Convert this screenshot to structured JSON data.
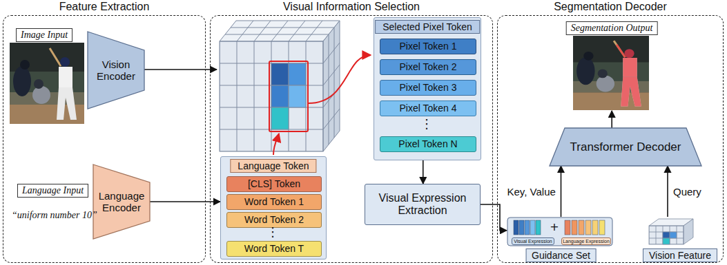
{
  "diagram": {
    "nodes": [
      {
        "text": [
          "Feature Extraction"
        ]
      },
      {
        "text": [
          "Image Input"
        ],
        "in": 0
      },
      {
        "text": [
          "Vision Encoder"
        ],
        "in": 0
      },
      {
        "text": [
          "Language Input",
          "“uniform number 10”"
        ],
        "in": 0
      },
      {
        "text": [
          "Language Encoder"
        ],
        "in": 0
      },
      {
        "text": [
          "Visual Information Selection"
        ]
      },
      {
        "text": [
          "Language Token"
        ],
        "in": 5
      },
      {
        "text": [
          "[CLS] Token"
        ],
        "in": 6
      },
      {
        "text": [
          "Word Token 1"
        ],
        "in": 6
      },
      {
        "text": [
          "Word Token 2"
        ],
        "in": 6
      },
      {
        "text": [
          "Word Token T"
        ],
        "in": 6
      },
      {
        "text": [
          "Selected Pixel Token"
        ],
        "in": 5
      },
      {
        "text": [
          "Pixel Token 1"
        ],
        "in": 11
      },
      {
        "text": [
          "Pixel Token 2"
        ],
        "in": 11
      },
      {
        "text": [
          "Pixel Token 3"
        ],
        "in": 11
      },
      {
        "text": [
          "Pixel Token 4"
        ],
        "in": 11
      },
      {
        "text": [
          "Pixel Token N"
        ],
        "in": 11
      },
      {
        "text": [
          "Visual Expression Extraction"
        ],
        "in": 5
      },
      {
        "text": [
          "Segmentation Decoder"
        ]
      },
      {
        "text": [
          "Segmentation Output"
        ],
        "in": 18
      },
      {
        "text": [
          "Transformer Decoder"
        ],
        "in": 18
      },
      {
        "text": [
          "Guidance Set"
        ],
        "in": 18
      },
      {
        "text": [
          "Visual Expression"
        ],
        "in": 21
      },
      {
        "text": [
          "Language Expression"
        ],
        "in": 21
      },
      {
        "text": [
          "Vision Feature"
        ],
        "in": 18
      }
    ],
    "edges": [
      {
        "from": 4,
        "to": 6,
        "arrow": "to"
      },
      {
        "from": 11,
        "to": 17,
        "arrow": "to"
      },
      {
        "from": 17,
        "to": 21,
        "arrow": "to"
      },
      {
        "from": 21,
        "to": 20,
        "label": "Key, Value",
        "arrow": "to"
      },
      {
        "from": 24,
        "to": 20,
        "label": "Query",
        "arrow": "to"
      },
      {
        "from": 20,
        "to": 19,
        "arrow": "to"
      }
    ],
    "labels": [
      "⋮",
      "⋮",
      "+"
    ]
  }
}
